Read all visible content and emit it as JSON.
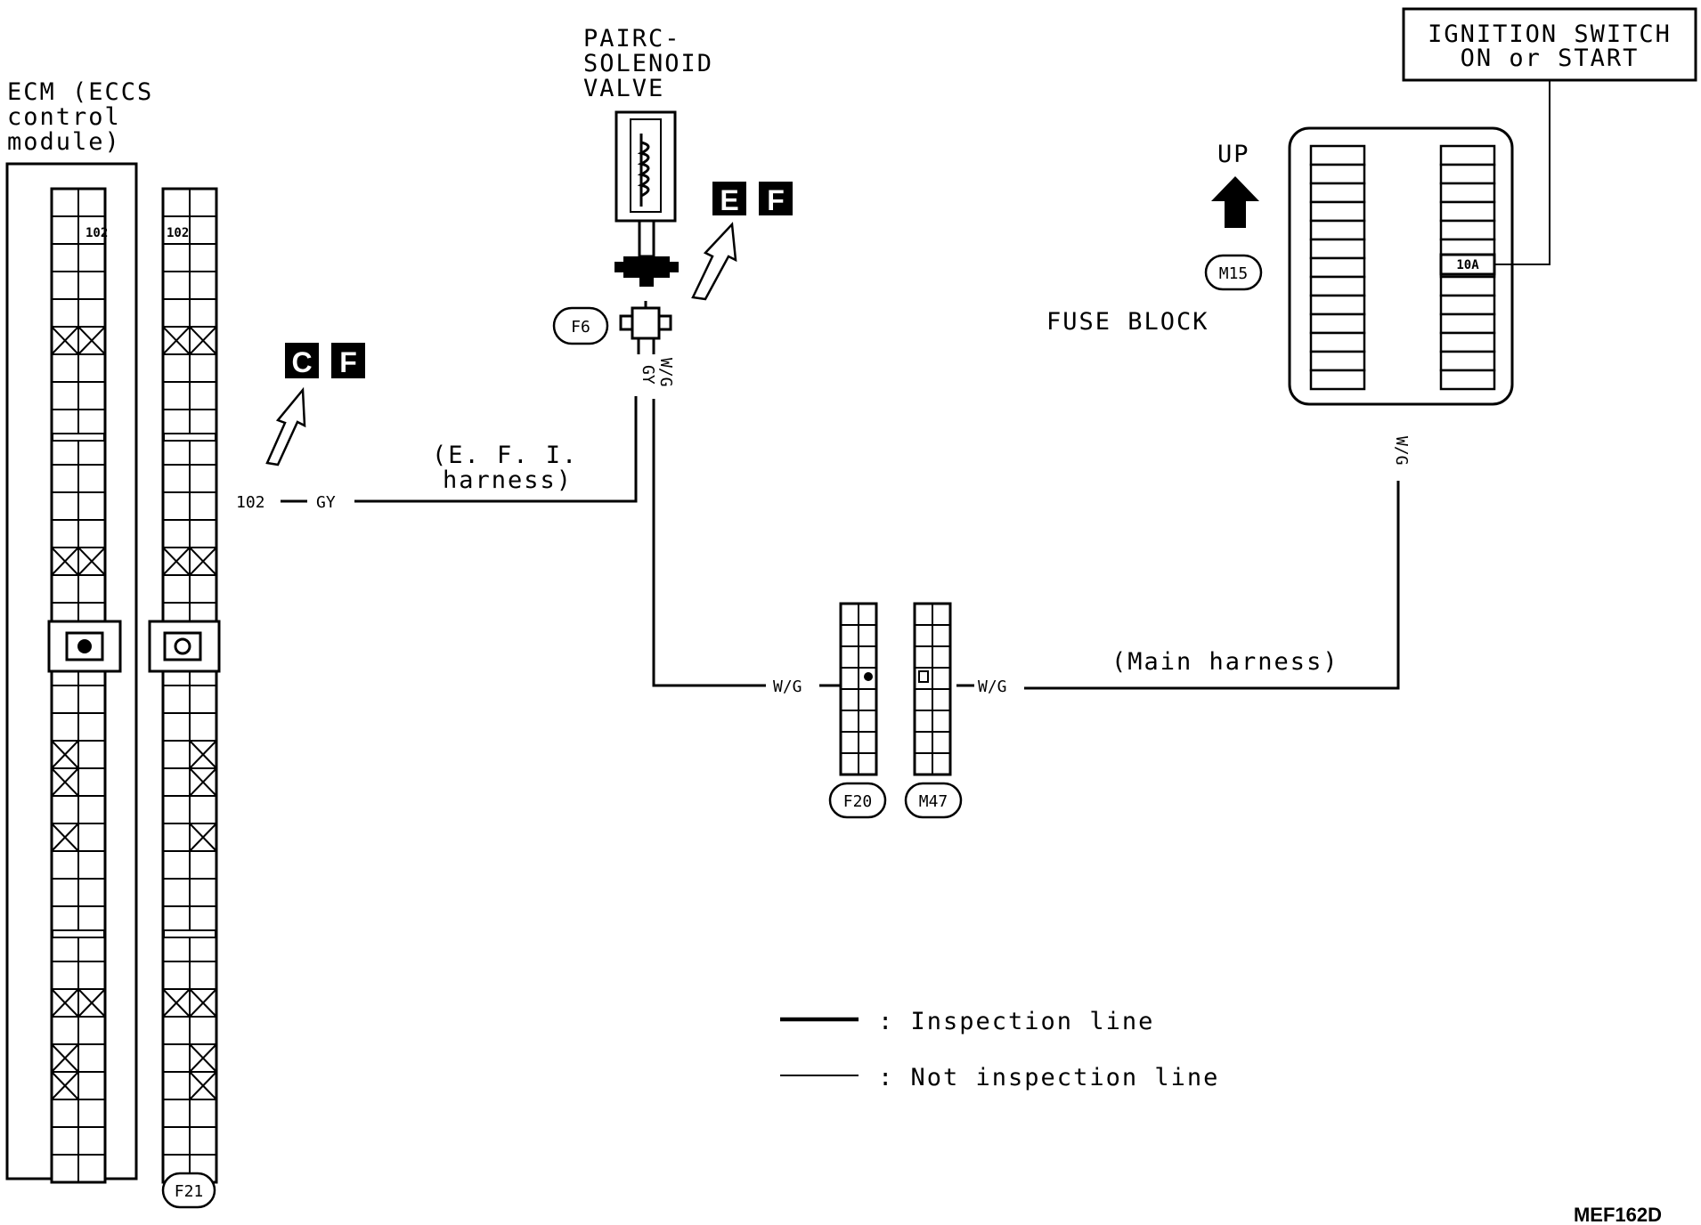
{
  "ecm_label": [
    "ECM (ECCS",
    "control",
    "module)"
  ],
  "valve_label": [
    "PAIRC-",
    "SOLENOID",
    "VALVE"
  ],
  "ignition_label": [
    "IGNITION SWITCH",
    "ON or START"
  ],
  "up_label": "UP",
  "fuse_block_label": "FUSE BLOCK",
  "fuse_label": "10A",
  "connectors": {
    "ecm_terminal": "102",
    "f21": "F21",
    "f6": "F6",
    "m15": "M15",
    "f20": "F20",
    "m47": "M47"
  },
  "ref_codes_ecm": [
    "C",
    "F"
  ],
  "ref_codes_valve": [
    "E",
    "F"
  ],
  "wires": {
    "terminal_num": "102",
    "gy": "GY",
    "wg": "W/G",
    "gy_vertical": "GY",
    "wg_vertical": "W/G",
    "wg_fuse": "W/G"
  },
  "harness": {
    "efi_line1": "(E. F. I.",
    "efi_line2": "harness)",
    "main": "(Main harness)"
  },
  "legend": {
    "inspection": ": Inspection line",
    "not_inspection": ": Not inspection line"
  },
  "figure_code": "MEF162D"
}
